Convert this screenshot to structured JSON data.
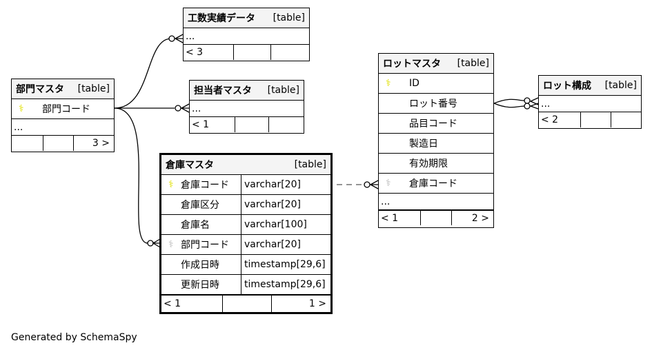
{
  "tables": {
    "kosu": {
      "name": "工数実績データ",
      "kind": "[table]",
      "more": "...",
      "parents": "< 3",
      "children": ""
    },
    "bumon": {
      "name": "部門マスタ",
      "kind": "[table]",
      "columns": [
        "部門コード"
      ],
      "more": "...",
      "parents": "",
      "children": "3 >"
    },
    "tanto": {
      "name": "担当者マスタ",
      "kind": "[table]",
      "more": "...",
      "parents": "< 1",
      "children": ""
    },
    "soko": {
      "name": "倉庫マスタ",
      "kind": "[table]",
      "columns": [
        {
          "name": "倉庫コード",
          "type": "varchar[20]"
        },
        {
          "name": "倉庫区分",
          "type": "varchar[20]"
        },
        {
          "name": "倉庫名",
          "type": "varchar[100]"
        },
        {
          "name": "部門コード",
          "type": "varchar[20]"
        },
        {
          "name": "作成日時",
          "type": "timestamp[29,6]"
        },
        {
          "name": "更新日時",
          "type": "timestamp[29,6]"
        }
      ],
      "parents": "< 1",
      "children": "1 >"
    },
    "lot": {
      "name": "ロットマスタ",
      "kind": "[table]",
      "columns": [
        "ID",
        "ロット番号",
        "品目コード",
        "製造日",
        "有効期限",
        "倉庫コード"
      ],
      "more": "...",
      "parents": "< 1",
      "children": "2 >"
    },
    "lotkosei": {
      "name": "ロット構成",
      "kind": "[table]",
      "more": "...",
      "parents": "< 2",
      "children": ""
    }
  },
  "colors": {
    "primary_key": "#e0e000",
    "foreign_key": "#bbbbbb"
  },
  "footer": "Generated by SchemaSpy"
}
